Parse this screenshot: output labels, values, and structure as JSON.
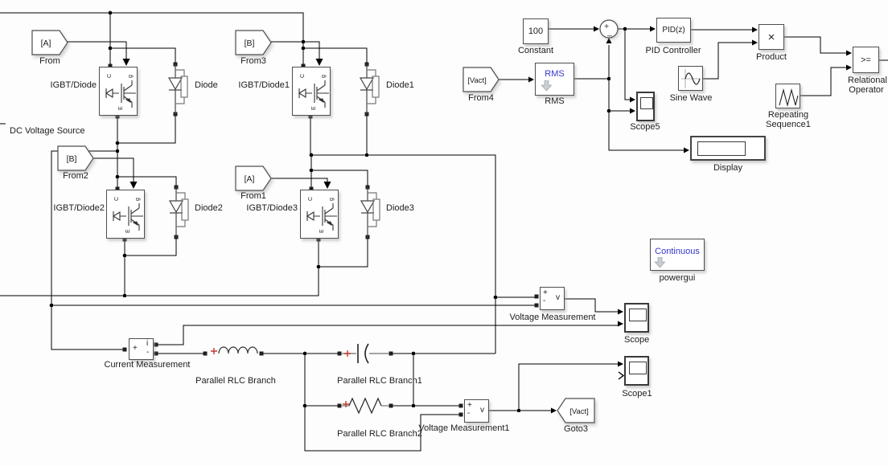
{
  "colors": {
    "background": "#fdfdfd",
    "wire": "#000000",
    "block_border": "#4f4f4f",
    "blue_text": "#3535cf",
    "red_mark": "#c0392b"
  },
  "glyphs": {
    "plus": "+",
    "minus": "-",
    "v": "v",
    "i": "i",
    "collector": "C",
    "gate": "g",
    "emitter": "E",
    "times": "×",
    "gte": ">=",
    "sum_plus": "+",
    "sum_minus": "_"
  },
  "tags": {
    "from": {
      "text": "[A]",
      "label": "From"
    },
    "from1": {
      "text": "[A]",
      "label": "From1"
    },
    "from2": {
      "text": "[B]",
      "label": "From2"
    },
    "from3": {
      "text": "[B]",
      "label": "From3"
    },
    "from4": {
      "text": "[Vact]",
      "label": "From4"
    },
    "goto3": {
      "text": "[Vact]",
      "label": "Goto3"
    }
  },
  "blocks": {
    "igbt0": {
      "label": "IGBT/Diode"
    },
    "igbt1": {
      "label": "IGBT/Diode1"
    },
    "igbt2": {
      "label": "IGBT/Diode2"
    },
    "igbt3": {
      "label": "IGBT/Diode3"
    },
    "diode0": {
      "label": "Diode"
    },
    "diode1": {
      "label": "Diode1"
    },
    "diode2": {
      "label": "Diode2"
    },
    "diode3": {
      "label": "Diode3"
    },
    "dc_source": {
      "label": "DC Voltage Source"
    },
    "constant": {
      "value": "100",
      "label": "Constant"
    },
    "pid": {
      "text": "PID(z)",
      "label": "PID Controller"
    },
    "product": {
      "label": "Product"
    },
    "relational": {
      "text": ">=",
      "label_line1": "Relational",
      "label_line2": "Operator"
    },
    "sine": {
      "label": "Sine Wave"
    },
    "repeating": {
      "label_line1": "Repeating",
      "label_line2": "Sequence1"
    },
    "display": {
      "label": "Display"
    },
    "rms": {
      "text": "RMS",
      "label": "RMS"
    },
    "powergui": {
      "text": "Continuous",
      "label": "powergui"
    },
    "scope": {
      "label": "Scope"
    },
    "scope1": {
      "label": "Scope1"
    },
    "scope5": {
      "label": "Scope5"
    },
    "voltage_measurement": {
      "label": "Voltage Measurement"
    },
    "voltage_measurement1": {
      "label": "Voltage Measurement1"
    },
    "current_measurement": {
      "label": "Current Measurement"
    },
    "rlc": {
      "label": "Parallel RLC Branch"
    },
    "rlc1": {
      "label": "Parallel RLC Branch1"
    },
    "rlc2": {
      "label": "Parallel RLC Branch2"
    }
  }
}
